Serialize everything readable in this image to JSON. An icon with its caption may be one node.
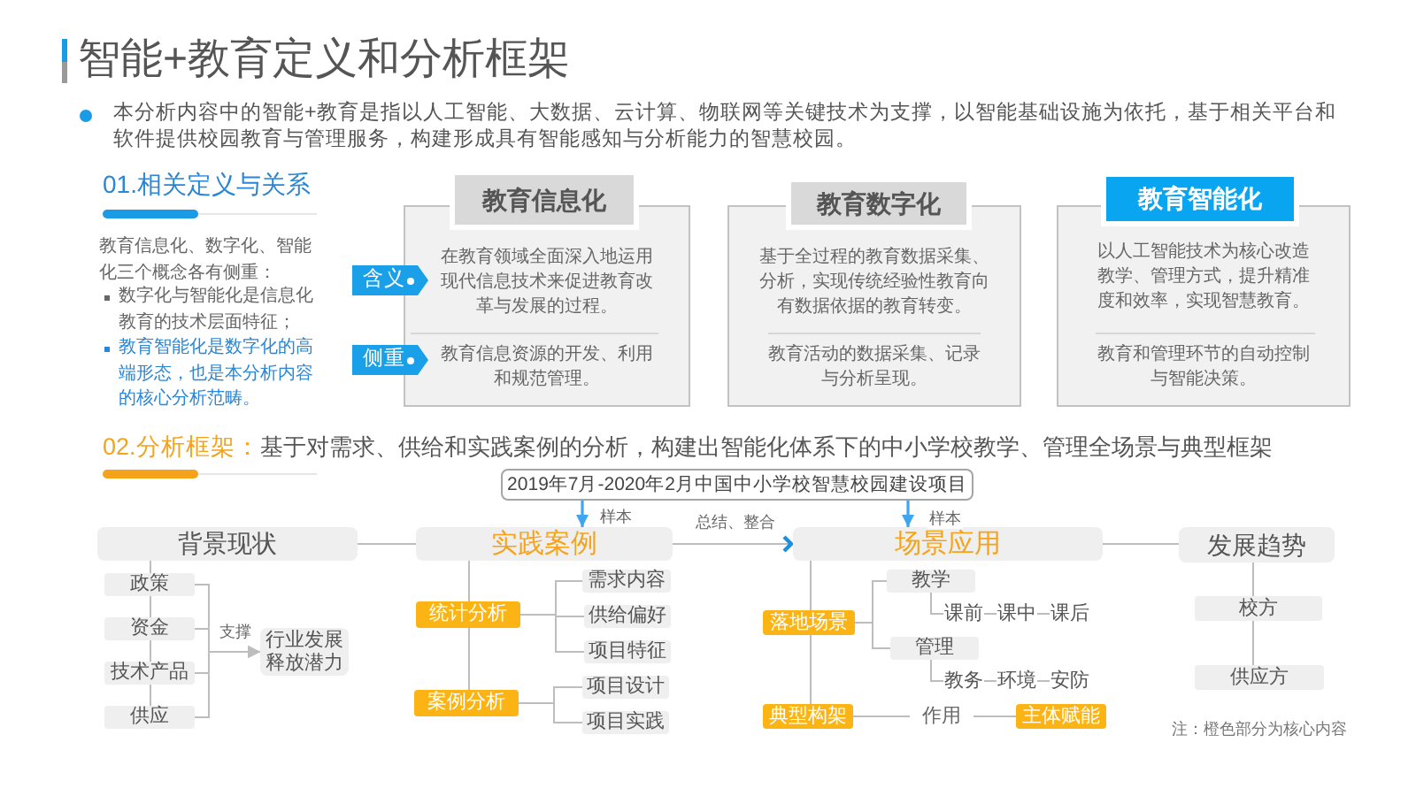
{
  "diagram": {
    "title": "智能+教育定义和分析框架",
    "nodes": [
      {
        "text": [
          "含义"
        ]
      },
      {
        "text": [
          "侧重"
        ]
      },
      {
        "text": [
          "教育信息化",
          "在教育领域全面深入地运用现代信息技术来促进教育改革与发展的过程。",
          "教育信息资源的开发、利用和规范管理。"
        ]
      },
      {
        "text": [
          "教育数字化",
          "基于全过程的教育数据采集、分析，实现传统经验性教育向有数据依据的教育转变。",
          "教育活动的数据采集、记录与分析呈现。"
        ]
      },
      {
        "text": [
          "教育智能化",
          "以人工智能技术为核心改造教学、管理方式，提升精准度和效率，实现智慧教育。",
          "教育和管理环节的自动控制与智能决策。"
        ]
      },
      {
        "text": [
          "2019年7月-2020年2月中国中小学校智慧校园建设项目"
        ]
      },
      {
        "text": [
          "背景现状"
        ]
      },
      {
        "text": [
          "实践案例"
        ]
      },
      {
        "text": [
          "场景应用"
        ]
      },
      {
        "text": [
          "发展趋势"
        ]
      },
      {
        "text": [
          "政策"
        ]
      },
      {
        "text": [
          "资金"
        ]
      },
      {
        "text": [
          "技术产品"
        ]
      },
      {
        "text": [
          "供应"
        ]
      },
      {
        "text": [
          "行业发展释放潜力"
        ]
      },
      {
        "text": [
          "统计分析"
        ]
      },
      {
        "text": [
          "需求内容"
        ]
      },
      {
        "text": [
          "供给偏好"
        ]
      },
      {
        "text": [
          "项目特征"
        ]
      },
      {
        "text": [
          "案例分析"
        ]
      },
      {
        "text": [
          "项目设计"
        ]
      },
      {
        "text": [
          "项目实践"
        ]
      },
      {
        "text": [
          "落地场景"
        ]
      },
      {
        "text": [
          "教学"
        ]
      },
      {
        "text": [
          "课前"
        ]
      },
      {
        "text": [
          "课中"
        ]
      },
      {
        "text": [
          "课后"
        ]
      },
      {
        "text": [
          "管理"
        ]
      },
      {
        "text": [
          "教务"
        ]
      },
      {
        "text": [
          "环境"
        ]
      },
      {
        "text": [
          "安防"
        ]
      },
      {
        "text": [
          "典型构架"
        ]
      },
      {
        "text": [
          "主体赋能"
        ]
      },
      {
        "text": [
          "校方"
        ]
      },
      {
        "text": [
          "供应方"
        ]
      }
    ],
    "edges": [
      {
        "from": 5,
        "to": 7,
        "arrow": "to",
        "label": "样本",
        "color": "#3ea6f0"
      },
      {
        "from": 5,
        "to": 8,
        "arrow": "to",
        "label": "样本",
        "color": "#3ea6f0"
      },
      {
        "from": 6,
        "to": 7,
        "arrow": "none"
      },
      {
        "from": 7,
        "to": 8,
        "arrow": "to",
        "label": "总结、整合"
      },
      {
        "from": 8,
        "to": 9,
        "arrow": "none"
      },
      {
        "from": 6,
        "to": 10,
        "arrow": "none"
      },
      {
        "from": 10,
        "to": 11,
        "arrow": "none"
      },
      {
        "from": 11,
        "to": 12,
        "arrow": "none"
      },
      {
        "from": 12,
        "to": 13,
        "arrow": "none"
      },
      {
        "from": 10,
        "to": 14,
        "arrow": "to",
        "label": "支撑"
      },
      {
        "from": 11,
        "to": 14,
        "arrow": "to"
      },
      {
        "from": 12,
        "to": 14,
        "arrow": "to"
      },
      {
        "from": 13,
        "to": 14,
        "arrow": "to"
      },
      {
        "from": 7,
        "to": 15,
        "arrow": "none"
      },
      {
        "from": 15,
        "to": 19,
        "arrow": "none"
      },
      {
        "from": 15,
        "to": 16,
        "arrow": "none"
      },
      {
        "from": 15,
        "to": 17,
        "arrow": "none"
      },
      {
        "from": 15,
        "to": 18,
        "arrow": "none"
      },
      {
        "from": 19,
        "to": 20,
        "arrow": "none"
      },
      {
        "from": 19,
        "to": 21,
        "arrow": "none"
      },
      {
        "from": 8,
        "to": 22,
        "arrow": "none"
      },
      {
        "from": 22,
        "to": 31,
        "arrow": "none"
      },
      {
        "from": 22,
        "to": 23,
        "arrow": "none"
      },
      {
        "from": 22,
        "to": 27,
        "arrow": "none"
      },
      {
        "from": 23,
        "to": 24,
        "arrow": "none"
      },
      {
        "from": 24,
        "to": 25,
        "arrow": "none"
      },
      {
        "from": 25,
        "to": 26,
        "arrow": "none"
      },
      {
        "from": 27,
        "to": 28,
        "arrow": "none"
      },
      {
        "from": 28,
        "to": 29,
        "arrow": "none"
      },
      {
        "from": 29,
        "to": 30,
        "arrow": "none"
      },
      {
        "from": 31,
        "to": 32,
        "arrow": "none",
        "label": "作用"
      },
      {
        "from": 9,
        "to": 33,
        "arrow": "none"
      },
      {
        "from": 33,
        "to": 34,
        "arrow": "none"
      }
    ],
    "labels": [
      "本分析内容中的智能+教育是指以人工智能、大数据、云计算、物联网等关键技术为支撑，以智能基础设施为依托，基于相关平台和软件提供校园教育与管理服务，构建形成具有智能感知与分析能力的智慧校园。",
      "01.相关定义与关系",
      "教育信息化、数字化、智能化三个概念各有侧重：",
      "数字化与智能化是信息化教育的技术层面特征；",
      "教育智能化是数字化的高端形态，也是本分析内容的核心分析范畴。",
      "02.分析框架：",
      "基于对需求、供给和实践案例的分析，构建出智能化体系下的中小学校教学、管理全场景与典型框架",
      "注：橙色部分为核心内容"
    ]
  }
}
